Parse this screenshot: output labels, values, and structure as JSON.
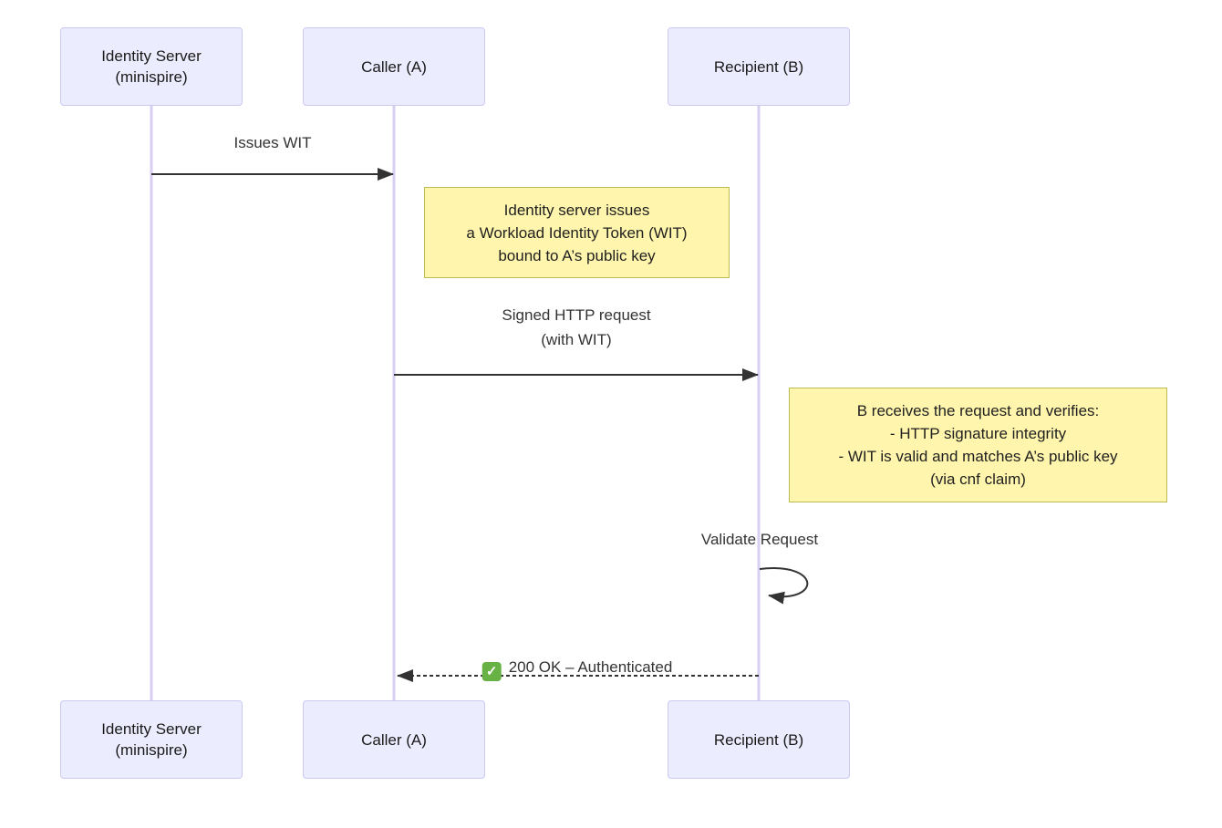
{
  "diagram_type": "sequence",
  "actors": [
    {
      "id": "identity-server",
      "label": "Identity Server\n(minispire)"
    },
    {
      "id": "caller-a",
      "label": "Caller (A)"
    },
    {
      "id": "recipient-b",
      "label": "Recipient (B)"
    }
  ],
  "messages": [
    {
      "from": "identity-server",
      "to": "caller-a",
      "style": "solid-arrow",
      "text": "Issues WIT"
    },
    {
      "from": "caller-a",
      "to": "recipient-b",
      "style": "solid-arrow",
      "text": "Signed HTTP request\n(with WIT)"
    },
    {
      "from": "recipient-b",
      "to": "recipient-b",
      "style": "self-loop",
      "text": "Validate Request"
    },
    {
      "from": "recipient-b",
      "to": "caller-a",
      "style": "dashed-arrow",
      "icon": "white-check-mark-icon",
      "icon_glyph": "✓",
      "text": "200 OK – Authenticated"
    }
  ],
  "notes": [
    {
      "anchor": "caller-a",
      "text": "Identity server issues\na Workload Identity Token (WIT)\nbound to A’s public key"
    },
    {
      "anchor": "recipient-b",
      "text": "B receives the request and verifies:\n- HTTP signature integrity\n- WIT is valid and matches A’s public key\n(via cnf claim)"
    }
  ],
  "colors": {
    "background": "#ffffff",
    "actor_fill": "#ececff",
    "actor_border": "#c9c9f2",
    "lifeline": "#d8cff2",
    "note_fill": "#fff5ad",
    "note_border": "#bcbc52",
    "message_line": "#333333",
    "message_text": "#333333",
    "actor_text": "#1a1a1a",
    "check_green": "#68b145"
  }
}
